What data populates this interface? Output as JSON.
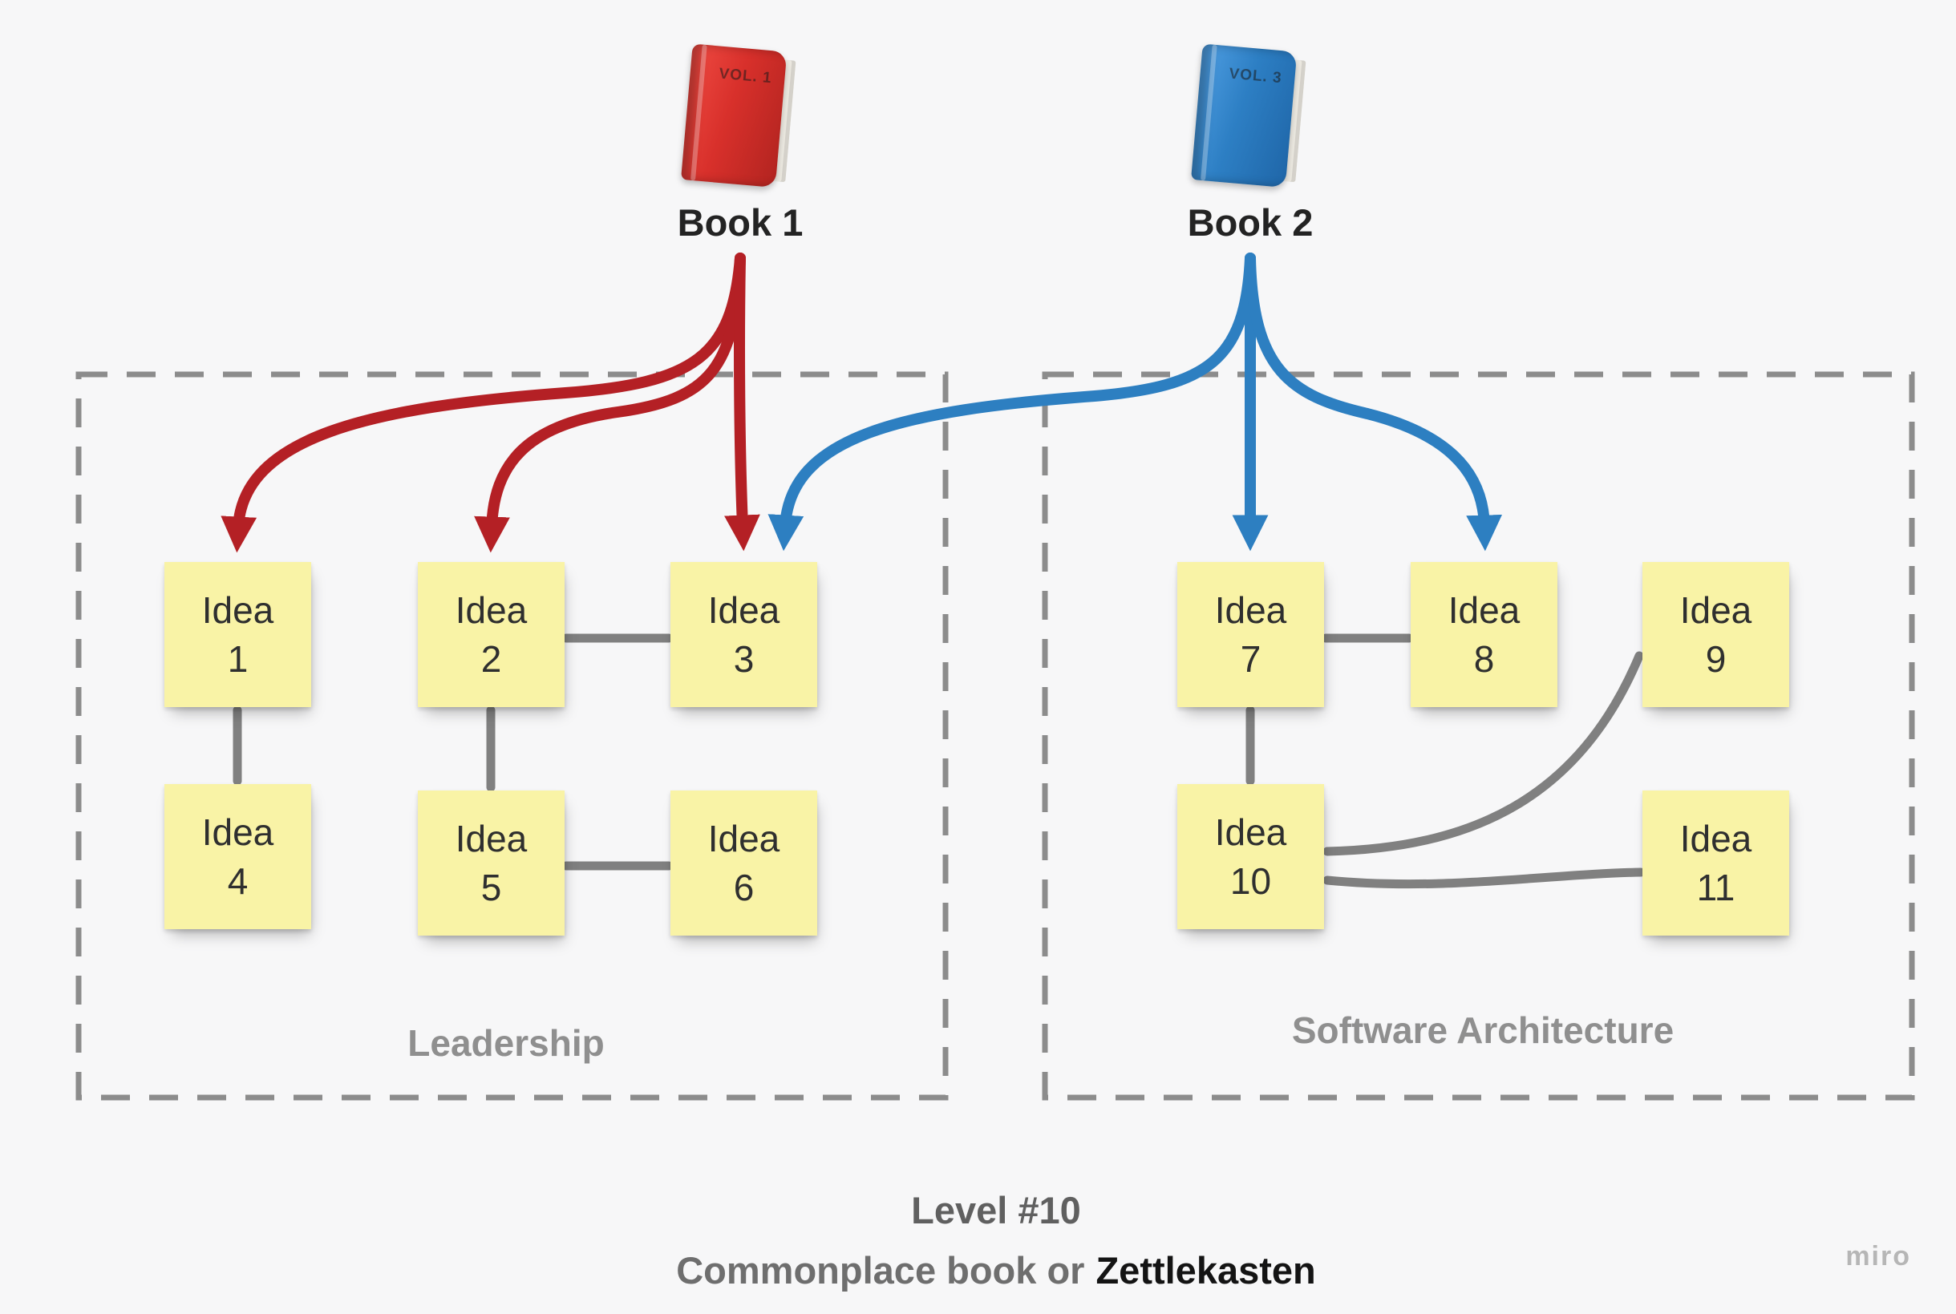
{
  "board": {
    "background_color": "#f7f7f8",
    "watermark": "miro"
  },
  "books": [
    {
      "label": "Book 1",
      "volume_text": "VOL. 1",
      "cover_color": "#d8302b",
      "arrow_color": "#b42025"
    },
    {
      "label": "Book 2",
      "volume_text": "VOL. 3",
      "cover_color": "#2d7fc4",
      "arrow_color": "#2d7fc1"
    }
  ],
  "groups": [
    {
      "label": "Leadership"
    },
    {
      "label": "Software Architecture"
    }
  ],
  "notes": [
    {
      "label": "Idea",
      "number": "1"
    },
    {
      "label": "Idea",
      "number": "2"
    },
    {
      "label": "Idea",
      "number": "3"
    },
    {
      "label": "Idea",
      "number": "4"
    },
    {
      "label": "Idea",
      "number": "5"
    },
    {
      "label": "Idea",
      "number": "6"
    },
    {
      "label": "Idea",
      "number": "7"
    },
    {
      "label": "Idea",
      "number": "8"
    },
    {
      "label": "Idea",
      "number": "9"
    },
    {
      "label": "Idea",
      "number": "10"
    },
    {
      "label": "Idea",
      "number": "11"
    }
  ],
  "caption": {
    "line1": "Level #10",
    "line2_prefix": "Commonplace book or",
    "line2_bold": "Zettlekasten"
  },
  "colors": {
    "red_arrow": "#b42025",
    "blue_arrow": "#2d7fc1",
    "connector": "#808080",
    "frame_dash": "#8c8c8c",
    "note_fill": "#f9f3a6",
    "note_text": "#2f2f2f"
  }
}
